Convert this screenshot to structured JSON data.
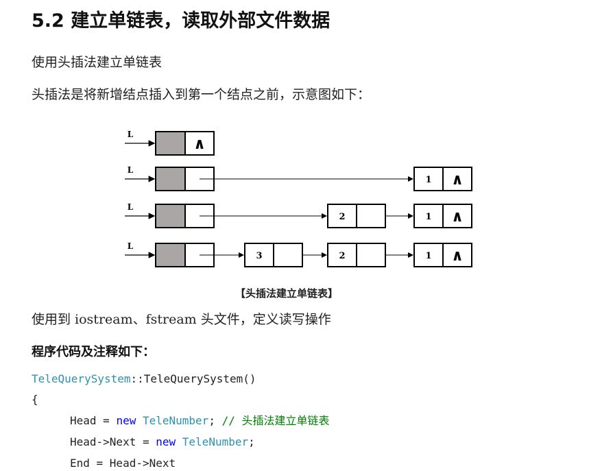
{
  "heading": "5.2 建立单链表，读取外部文件数据",
  "para1": "使用头插法建立单链表",
  "para2": "头插法是将新增结点插入到第一个结点之前，示意图如下：",
  "diagram": {
    "head_label": "L",
    "null_symbol": "∧",
    "node_values": [
      "1",
      "2",
      "3"
    ]
  },
  "caption": "【头插法建立单链表】",
  "para3": "使用到 iostream、fstream 头文件，定义读写操作",
  "code_heading": "程序代码及注释如下：",
  "code": {
    "line1": {
      "class": "TeleQuerySystem",
      "sep": "::",
      "ctor": "TeleQuerySystem()"
    },
    "line2": "{",
    "line3": {
      "lhs": "Head = ",
      "kw": "new",
      "type": "TeleNumber",
      "semi": "; ",
      "comment": "// 头插法建立单链表"
    },
    "line4": {
      "lhs": "Head->Next = ",
      "kw": "new",
      "type": "TeleNumber",
      "semi": ";"
    },
    "line5": "End = Head->Next"
  }
}
